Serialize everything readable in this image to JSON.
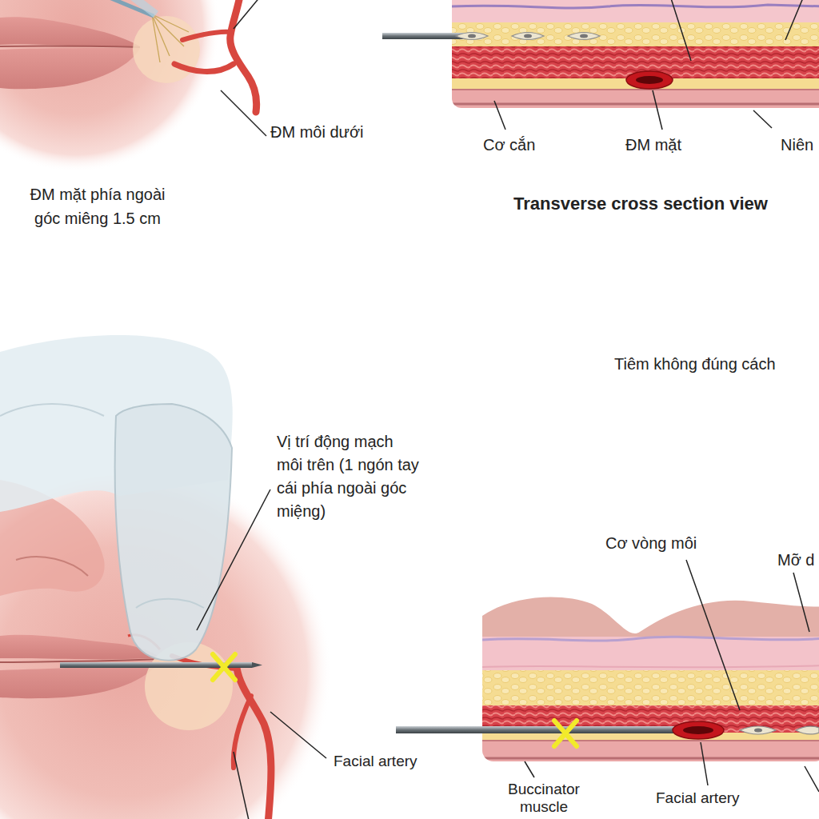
{
  "diagram": {
    "labels": [
      "ĐM môi dưới",
      "Cơ cắn",
      "ĐM mặt",
      "Niên",
      "ĐM mặt phía ngoài góc miêng 1.5 cm",
      "Transverse cross section view",
      "Tiêm không đúng cách",
      "Vị trí động mạch môi trên (1 ngón tay cái phía ngoài góc miệng)",
      "Cơ vòng môi",
      "Mỡ d",
      "Facial artery",
      "Buccinator muscle",
      "Facial artery"
    ]
  }
}
